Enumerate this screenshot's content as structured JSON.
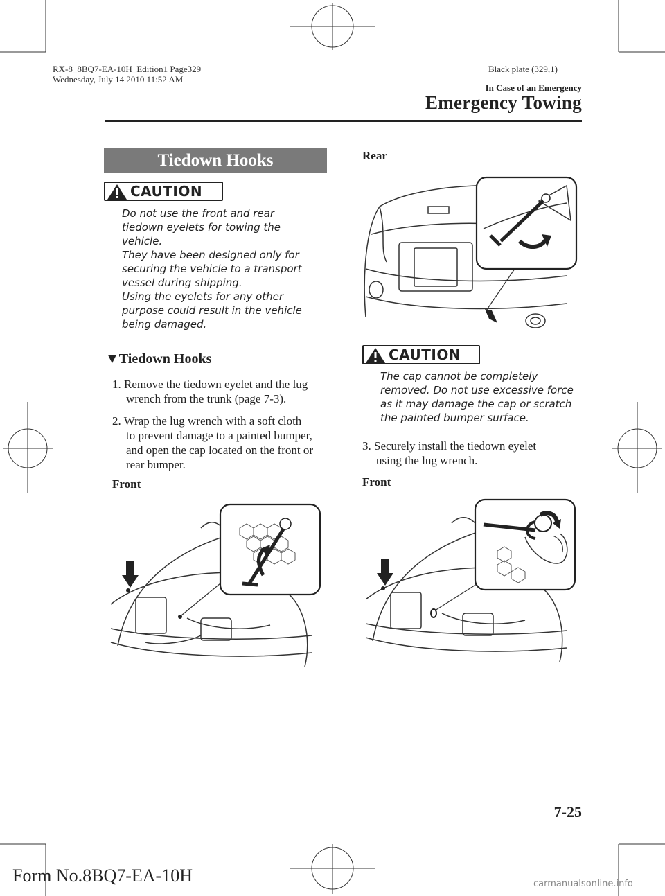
{
  "print_info": {
    "line1": "RX-8_8BQ7-EA-10H_Edition1 Page329",
    "line2": "Wednesday, July 14 2010 11:52 AM",
    "plate": "Black plate (329,1)"
  },
  "header": {
    "section": "In Case of an Emergency",
    "chapter": "Emergency Towing"
  },
  "left": {
    "banner": "Tiedown Hooks",
    "caution_label": "CAUTION",
    "caution_lines": [
      "Do not use the front and rear",
      "tiedown eyelets for towing the",
      "vehicle.",
      "They have been designed only for",
      "securing the vehicle to a transport",
      "vessel during shipping.",
      "Using the eyelets for any other",
      "purpose could result in the vehicle",
      "being damaged."
    ],
    "subheading": "Tiedown Hooks",
    "step1": [
      "1. Remove the tiedown eyelet and the lug",
      "wrench from the trunk (page 7-3)."
    ],
    "step2": [
      "2. Wrap the lug wrench with a soft cloth",
      "to prevent damage to a painted bumper,",
      "and open the cap located on the front or",
      "rear bumper."
    ],
    "front_label": "Front"
  },
  "right": {
    "rear_label": "Rear",
    "caution_label": "CAUTION",
    "caution_lines": [
      "The cap cannot be completely",
      "removed. Do not use excessive force",
      "as it may damage the cap or scratch",
      "the painted bumper surface."
    ],
    "step3": [
      "3. Securely install the tiedown eyelet",
      "using the lug wrench."
    ],
    "front_label": "Front"
  },
  "footer": {
    "page_number": "7-25",
    "form_number": "Form No.8BQ7-EA-10H",
    "watermark": "carmanualsonline.info"
  }
}
